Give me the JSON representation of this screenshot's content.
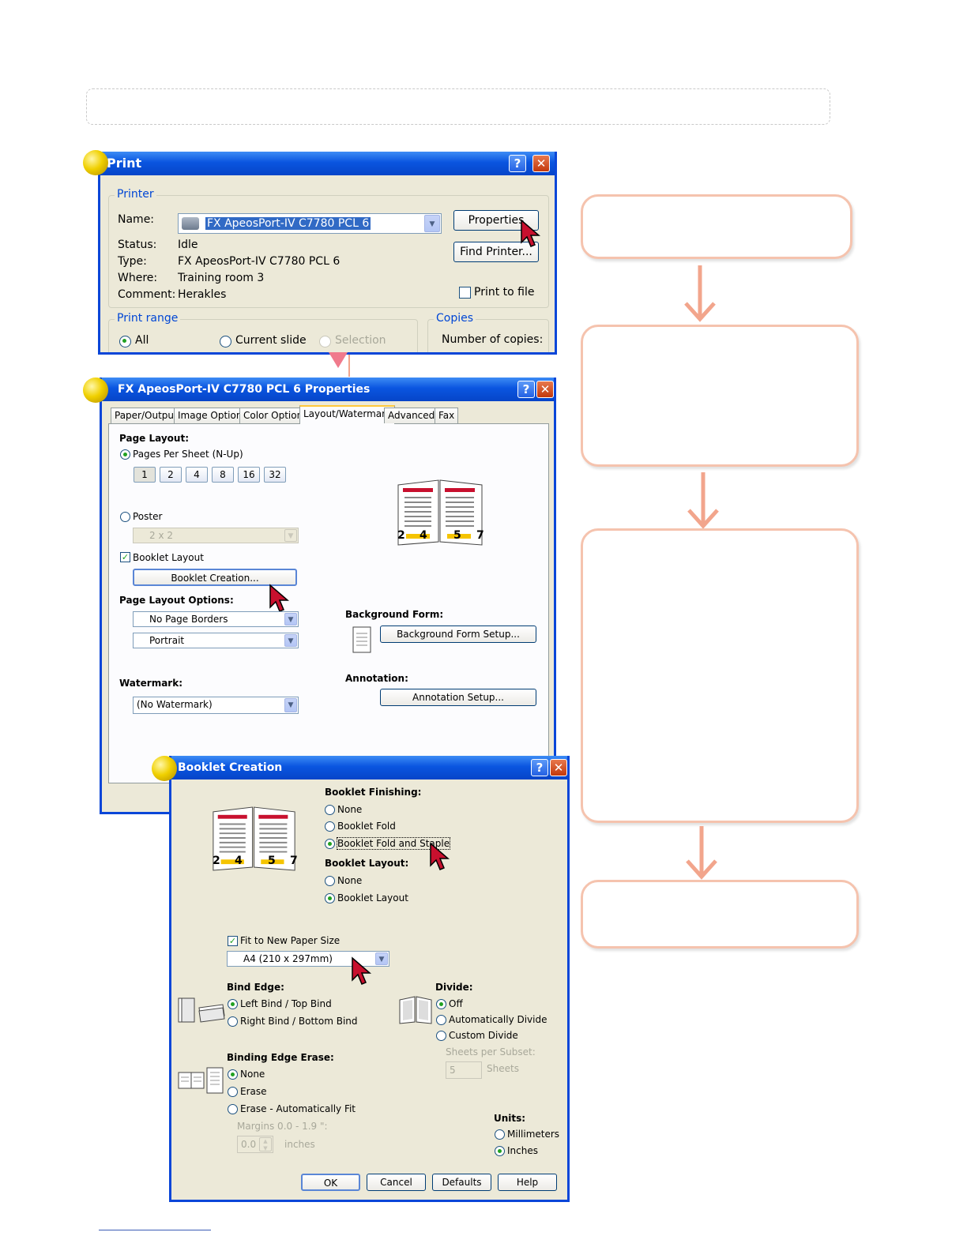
{
  "print_dialog": {
    "title": "Print",
    "help_glyph": "?",
    "close_glyph": "✕",
    "printer_group": "Printer",
    "name_label": "Name:",
    "name_value": "FX ApeosPort-IV C7780 PCL 6",
    "status_label": "Status:",
    "status_value": "Idle",
    "type_label": "Type:",
    "type_value": "FX ApeosPort-IV C7780 PCL 6",
    "where_label": "Where:",
    "where_value": "Training room 3",
    "comment_label": "Comment:",
    "comment_value": "Herakles",
    "properties_button": "Properties",
    "find_printer_button": "Find Printer...",
    "print_to_file": "Print to file",
    "print_range_group": "Print range",
    "all_option": "All",
    "current_slide_option": "Current slide",
    "selection_option": "Selection",
    "copies_group": "Copies",
    "number_of_copies_label": "Number of copies:"
  },
  "properties_dialog": {
    "title": "FX ApeosPort-IV C7780 PCL 6 Properties",
    "tabs": [
      "Paper/Output",
      "Image Options",
      "Color Options",
      "Layout/Watermark",
      "Advanced",
      "Fax"
    ],
    "active_tab": "Layout/Watermark",
    "page_layout_heading": "Page Layout:",
    "pages_per_sheet": "Pages Per Sheet (N-Up)",
    "nup_values": [
      "1",
      "2",
      "4",
      "8",
      "16",
      "32"
    ],
    "poster": "Poster",
    "poster_value": "2 x 2",
    "booklet_layout": "Booklet Layout",
    "booklet_creation_button": "Booklet Creation...",
    "page_layout_options_heading": "Page Layout Options:",
    "borders_value": "No Page Borders",
    "orientation_value": "Portrait",
    "watermark_heading": "Watermark:",
    "watermark_value": "(No Watermark)",
    "background_form_heading": "Background Form:",
    "background_form_button": "Background Form Setup...",
    "annotation_heading": "Annotation:",
    "annotation_button": "Annotation Setup...",
    "preview_pages": [
      "2",
      "4",
      "5",
      "7"
    ]
  },
  "booklet_dialog": {
    "title": "Booklet Creation",
    "finishing_heading": "Booklet Finishing:",
    "finishing_none": "None",
    "finishing_fold": "Booklet Fold",
    "finishing_fold_staple": "Booklet Fold and Staple",
    "layout_heading": "Booklet Layout:",
    "layout_none": "None",
    "layout_booklet": "Booklet Layout",
    "fit_new_paper": "Fit to New Paper Size",
    "paper_size_value": "A4 (210 x 297mm)",
    "bind_edge_heading": "Bind Edge:",
    "bind_left_top": "Left Bind / Top Bind",
    "bind_right_bottom": "Right Bind / Bottom Bind",
    "divide_heading": "Divide:",
    "divide_off": "Off",
    "divide_auto": "Automatically Divide",
    "divide_custom": "Custom Divide",
    "sheets_per_subset": "Sheets per Subset:",
    "sheets_value": "5",
    "sheets_unit": "Sheets",
    "binding_edge_erase_heading": "Binding Edge Erase:",
    "erase_none": "None",
    "erase_erase": "Erase",
    "erase_auto_fit": "Erase - Automatically Fit",
    "margins_label": "Margins 0.0 - 1.9 \":",
    "margins_value": "0.0",
    "margins_unit": "inches",
    "units_heading": "Units:",
    "units_mm": "Millimeters",
    "units_inches": "Inches",
    "ok_button": "OK",
    "cancel_button": "Cancel",
    "defaults_button": "Defaults",
    "help_button": "Help",
    "preview_pages": [
      "2",
      "4",
      "5",
      "7"
    ]
  },
  "colors": {
    "xp_title_blue": "#0a55e0",
    "dialog_bg": "#ece9d8",
    "flow_box_border": "#f5c3ae",
    "flow_arrow": "#f2a58c"
  }
}
